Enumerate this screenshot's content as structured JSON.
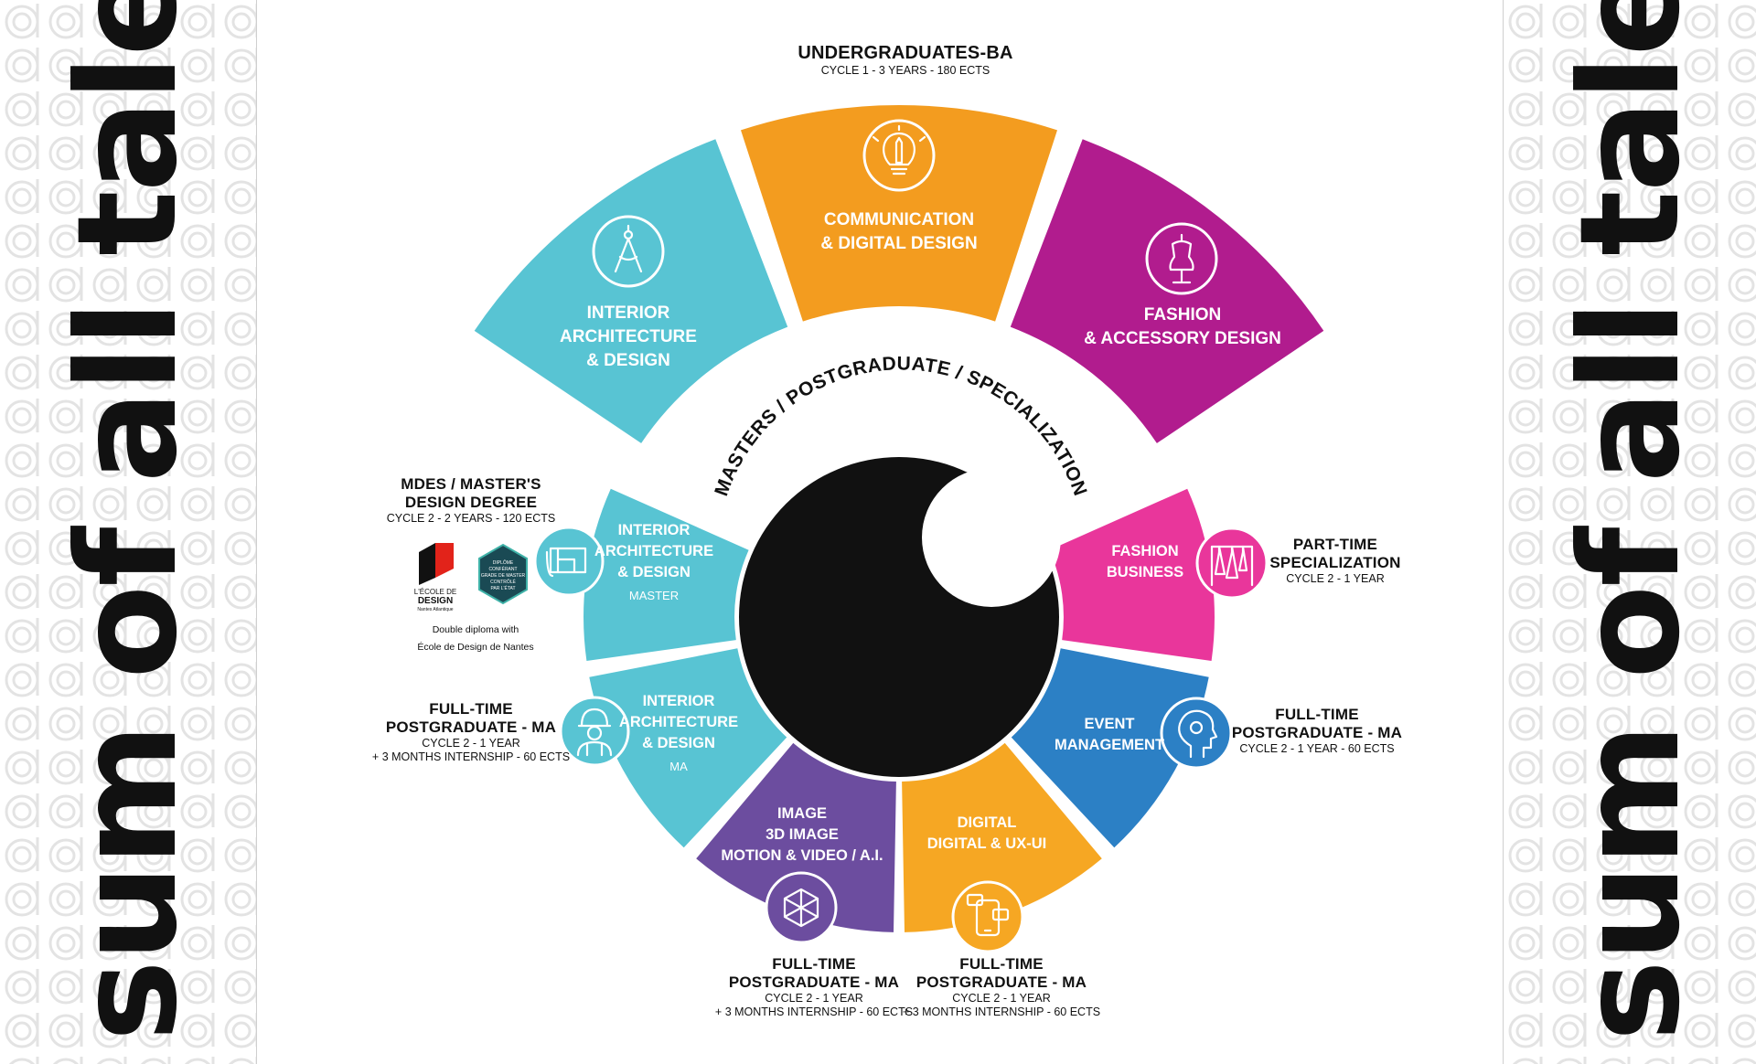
{
  "slogan": "the sum of all talents",
  "colors": {
    "cyan": "#58C4D3",
    "orange": "#F39C1F",
    "magenta": "#B11C8E",
    "pink": "#E9369B",
    "blue": "#2C80C5",
    "purple": "#6C4D9F",
    "gold": "#F6A723",
    "black": "#111111"
  },
  "top": {
    "title": "UNDERGRADUATES-BA",
    "subtitle": "CYCLE 1 - 3 YEARS - 180 ECTS",
    "segments": [
      {
        "lines": [
          "INTERIOR",
          "ARCHITECTURE",
          "& DESIGN"
        ],
        "icon": "compass-icon"
      },
      {
        "lines": [
          "COMMUNICATION",
          "& DIGITAL DESIGN"
        ],
        "icon": "lightbulb-pencil-icon"
      },
      {
        "lines": [
          "FASHION",
          "& ACCESSORY DESIGN"
        ],
        "icon": "dress-form-icon"
      }
    ]
  },
  "ring_label": "MASTERS / POSTGRADUATE / SPECIALIZATION",
  "inner": [
    {
      "lines": [
        "INTERIOR",
        "ARCHITECTURE",
        "& DESIGN"
      ],
      "sub": "MASTER",
      "icon": "blueprint-icon"
    },
    {
      "lines": [
        "INTERIOR",
        "ARCHITECTURE",
        "& DESIGN"
      ],
      "sub": "MA",
      "icon": "worker-icon"
    },
    {
      "lines": [
        "IMAGE",
        "3D IMAGE",
        "MOTION & VIDEO / A.I."
      ],
      "sub": "",
      "icon": "cube-icon"
    },
    {
      "lines": [
        "DIGITAL",
        "DIGITAL & UX-UI"
      ],
      "sub": "",
      "icon": "mobile-chat-icon"
    },
    {
      "lines": [
        "EVENT",
        "MANAGEMENT"
      ],
      "sub": "",
      "icon": "head-gear-icon"
    },
    {
      "lines": [
        "FASHION",
        "BUSINESS"
      ],
      "sub": "",
      "icon": "clothes-rack-icon"
    }
  ],
  "labels": {
    "mdes": {
      "title1": "MDES / MASTER'S",
      "title2": "DESIGN DEGREE",
      "sub1": "CYCLE 2 - 2 YEARS - 120 ECTS"
    },
    "logos": {
      "ecole_line1": "L'ÉCOLE DE",
      "ecole_line2": "DESIGN",
      "ecole_line3": "Nantes Atlantique",
      "badge_line1": "DIPLÔME",
      "badge_line2": "CONFÉRANT",
      "badge_line3": "GRADE DE MASTER",
      "badge_line4": "CONTRÔLÉ",
      "badge_line5": "PAR L'ÉTAT",
      "caption1": "Double diploma with",
      "caption2": "École de Design de Nantes"
    },
    "left_ma": {
      "title1": "FULL-TIME",
      "title2": "POSTGRADUATE - MA",
      "sub1": "CYCLE 2 - 1 YEAR",
      "sub2": "+ 3 MONTHS INTERNSHIP - 60 ECTS"
    },
    "bottom_left": {
      "title1": "FULL-TIME",
      "title2": "POSTGRADUATE - MA",
      "sub1": "CYCLE 2 - 1 YEAR",
      "sub2": "+ 3 MONTHS INTERNSHIP - 60 ECTS"
    },
    "bottom_right": {
      "title1": "FULL-TIME",
      "title2": "POSTGRADUATE - MA",
      "sub1": "CYCLE 2 - 1 YEAR",
      "sub2": "+ 3 MONTHS INTERNSHIP - 60 ECTS"
    },
    "right_ma": {
      "title1": "FULL-TIME",
      "title2": "POSTGRADUATE - MA",
      "sub1": "CYCLE 2 - 1 YEAR  - 60 ECTS"
    },
    "part_time": {
      "title1": "PART-TIME",
      "title2": "SPECIALIZATION",
      "sub1": "CYCLE 2 - 1 YEAR"
    }
  }
}
